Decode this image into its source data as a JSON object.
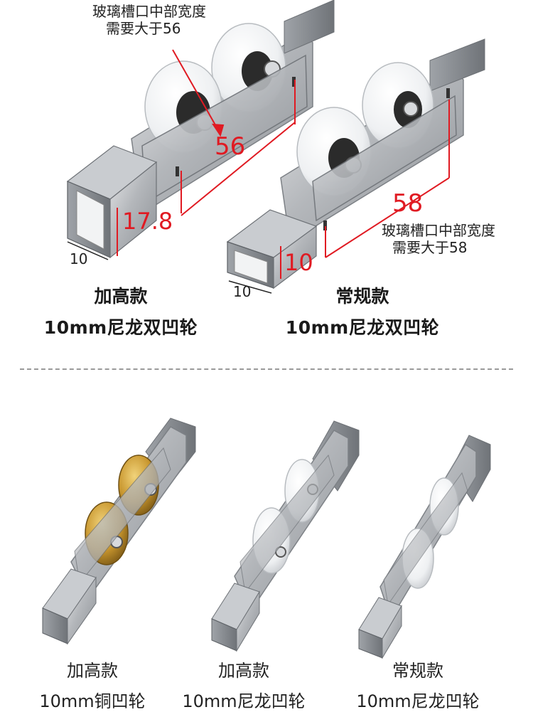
{
  "top": {
    "left_product": {
      "note_line1": "玻璃槽口中部宽度",
      "note_line2": "需要大于56",
      "dim_width": "56",
      "dim_height": "17.8",
      "dim_channel": "10",
      "caption_line1": "加高款",
      "caption_line2": "10mm尼龙双凹轮"
    },
    "right_product": {
      "note_line1": "玻璃槽口中部宽度",
      "note_line2": "需要大于58",
      "dim_width": "58",
      "dim_height": "10",
      "dim_channel": "10",
      "caption_line1": "常规款",
      "caption_line2": "10mm尼龙双凹轮"
    }
  },
  "bottom": {
    "products": [
      {
        "caption_line1": "加高款",
        "caption_line2": "10mm铜凹轮",
        "wheel": "brass"
      },
      {
        "caption_line1": "加高款",
        "caption_line2": "10mm尼龙凹轮",
        "wheel": "nylon"
      },
      {
        "caption_line1": "常规款",
        "caption_line2": "10mm尼龙凹轮",
        "wheel": "nylon"
      }
    ]
  },
  "colors": {
    "annotation_red": "#e01a22",
    "steel": "#b9bcc0",
    "nylon": "#f4f4f4",
    "brass": "#c8962e"
  }
}
